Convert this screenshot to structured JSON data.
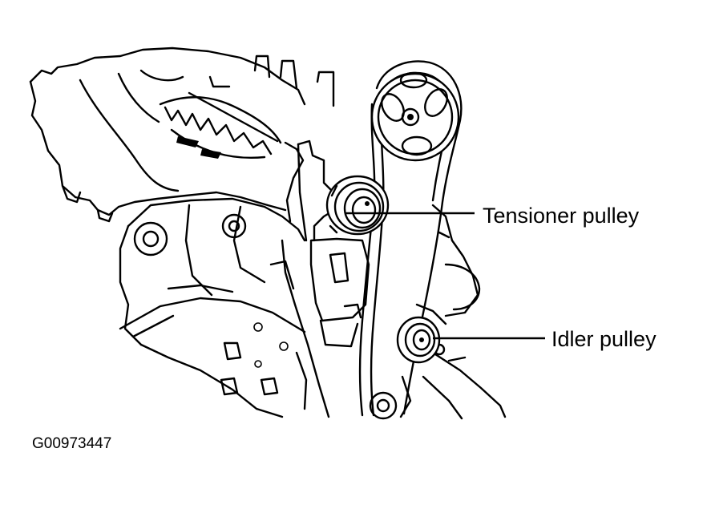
{
  "labels": {
    "tensioner": "Tensioner pulley",
    "idler": "Idler pulley"
  },
  "figure_id": "G00973447",
  "colors": {
    "ink": "#000000",
    "paper": "#ffffff"
  }
}
